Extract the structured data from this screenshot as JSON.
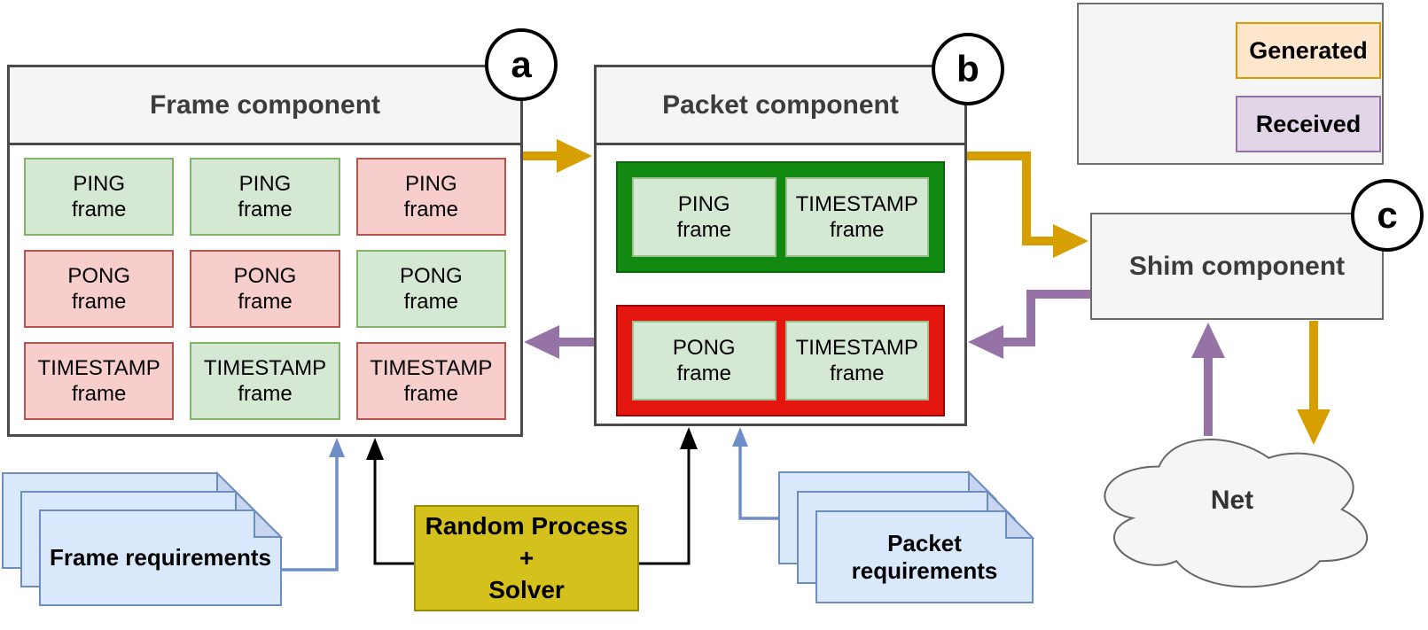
{
  "frame": {
    "title": "Frame component",
    "badge": "a",
    "cells": [
      {
        "top": "PING",
        "bottom": "frame",
        "variant": "green"
      },
      {
        "top": "PING",
        "bottom": "frame",
        "variant": "green"
      },
      {
        "top": "PING",
        "bottom": "frame",
        "variant": "red"
      },
      {
        "top": "PONG",
        "bottom": "frame",
        "variant": "red"
      },
      {
        "top": "PONG",
        "bottom": "frame",
        "variant": "red"
      },
      {
        "top": "PONG",
        "bottom": "frame",
        "variant": "green"
      },
      {
        "top": "TIMESTAMP",
        "bottom": "frame",
        "variant": "red"
      },
      {
        "top": "TIMESTAMP",
        "bottom": "frame",
        "variant": "green"
      },
      {
        "top": "TIMESTAMP",
        "bottom": "frame",
        "variant": "red"
      }
    ]
  },
  "packet": {
    "title": "Packet component",
    "badge": "b",
    "packets": [
      {
        "variant": "green",
        "frames": [
          {
            "top": "PING",
            "bottom": "frame"
          },
          {
            "top": "TIMESTAMP",
            "bottom": "frame"
          }
        ]
      },
      {
        "variant": "red",
        "frames": [
          {
            "top": "PONG",
            "bottom": "frame"
          },
          {
            "top": "TIMESTAMP",
            "bottom": "frame"
          }
        ]
      }
    ]
  },
  "shim": {
    "title": "Shim component",
    "badge": "c"
  },
  "net": {
    "label": "Net"
  },
  "legend": {
    "items": [
      {
        "label": "Generated",
        "arrow_color": "#d79e00",
        "box_fill": "#ffe6cc",
        "box_border": "#d79b00"
      },
      {
        "label": "Received",
        "arrow_color": "#9673a6",
        "box_fill": "#e1d5e7",
        "box_border": "#9673a6"
      }
    ]
  },
  "requirements": {
    "frame_label": "Frame requirements",
    "packet_label": "Packet requirements"
  },
  "solver": {
    "line1": "Random Process",
    "line2": "+",
    "line3": "Solver"
  },
  "colors": {
    "generated_arrow": "#d79e00",
    "received_arrow": "#9673a6",
    "black_arrow": "#000000",
    "requirements_arrow": "#6f8ec9",
    "frame_green_fill": "#d5e8d4",
    "frame_green_border": "#82b366",
    "frame_red_fill": "#f8cecc",
    "frame_red_border": "#b85450",
    "packet_green_fill": "#128a12",
    "packet_red_fill": "#e3170f",
    "requirements_fill": "#dae8fc",
    "requirements_border": "#6c8ebf",
    "solver_fill": "#d4c11c",
    "component_header_fill": "#f5f5f5"
  }
}
